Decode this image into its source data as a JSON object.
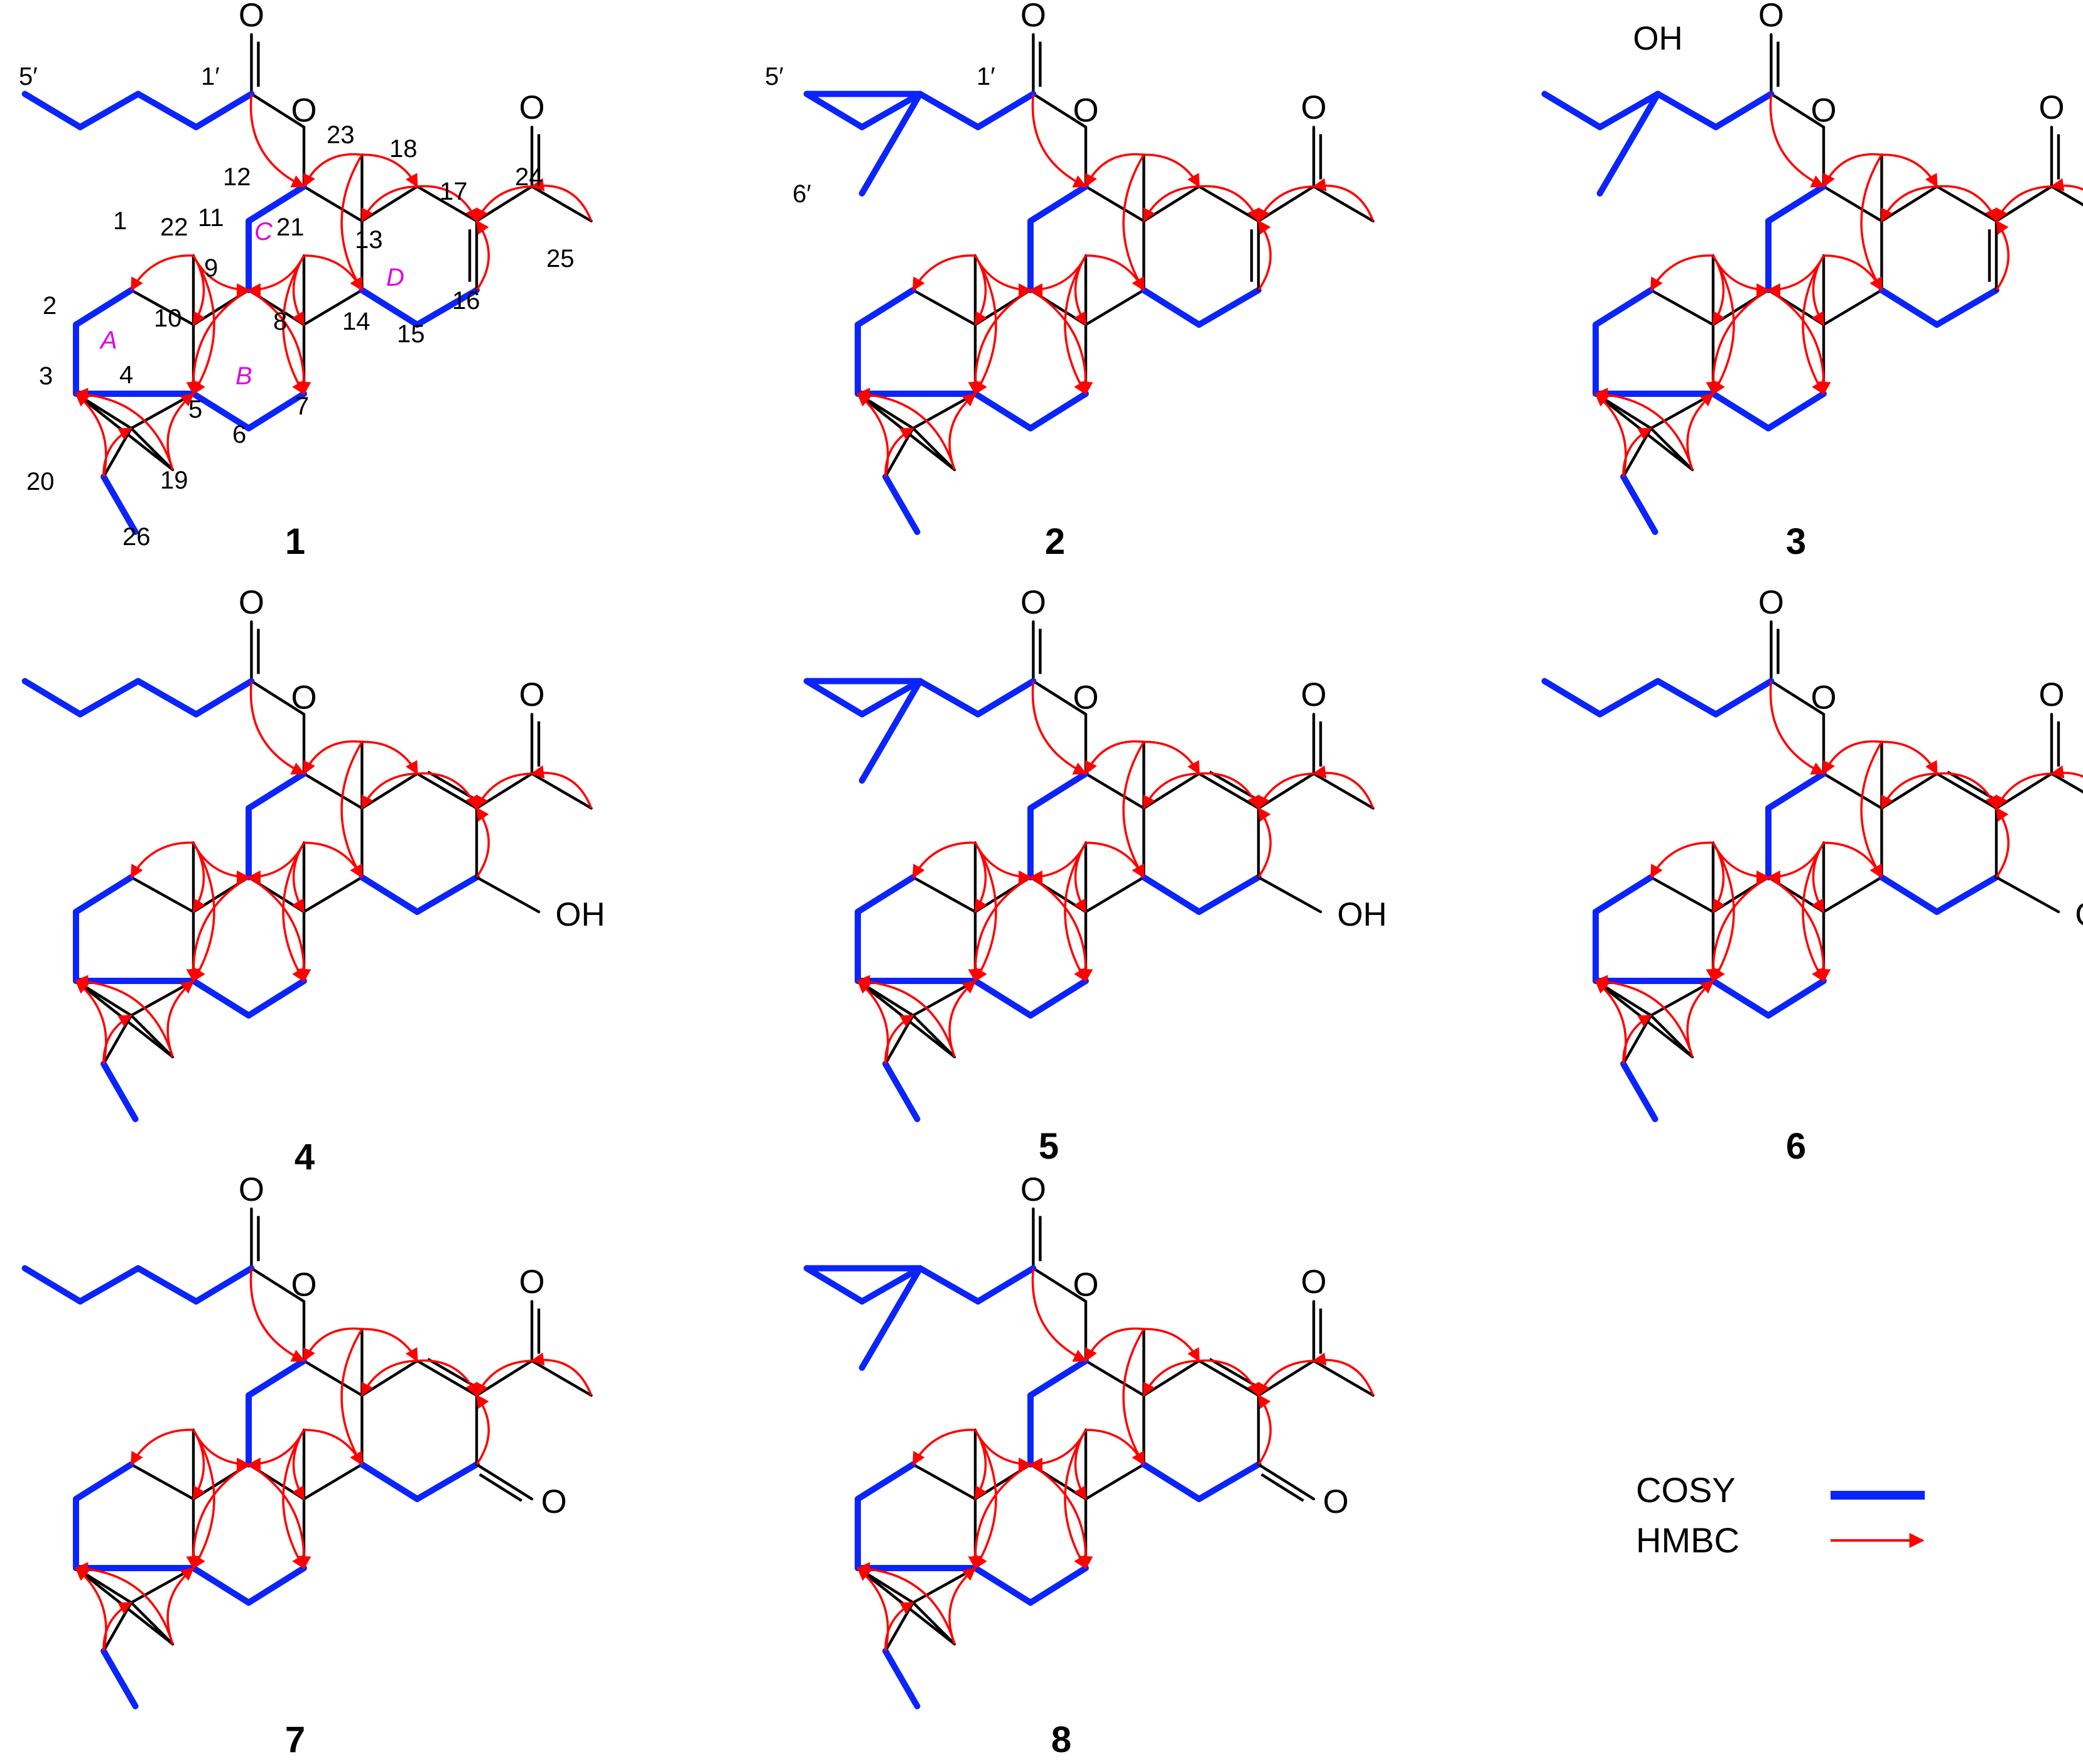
{
  "figure": {
    "compound_numbers": [
      "1",
      "2",
      "3",
      "4",
      "5",
      "6",
      "7",
      "8"
    ],
    "atoms": {
      "oxygen": "O",
      "hydroxyl": "OH"
    },
    "position_labels": [
      "5′",
      "1′",
      "23",
      "18",
      "12",
      "24",
      "17",
      "11",
      "22",
      "21",
      "C",
      "1",
      "13",
      "25",
      "9",
      "2",
      "D",
      "10",
      "A",
      "16",
      "8",
      "14",
      "15",
      "3",
      "4",
      "5",
      "B",
      "7",
      "6",
      "20",
      "19",
      "26",
      "6′"
    ],
    "ring_labels": [
      "A",
      "B",
      "C",
      "D"
    ],
    "legend": {
      "cosy": {
        "label": "COSY",
        "color": "#0b24fb"
      },
      "hmbc": {
        "label": "HMBC",
        "color": "#ff0000"
      }
    },
    "colors": {
      "bond": "#000000",
      "cosy": "#0b24fb",
      "hmbc": "#ff0000",
      "ring_label": "#e200e2"
    }
  }
}
